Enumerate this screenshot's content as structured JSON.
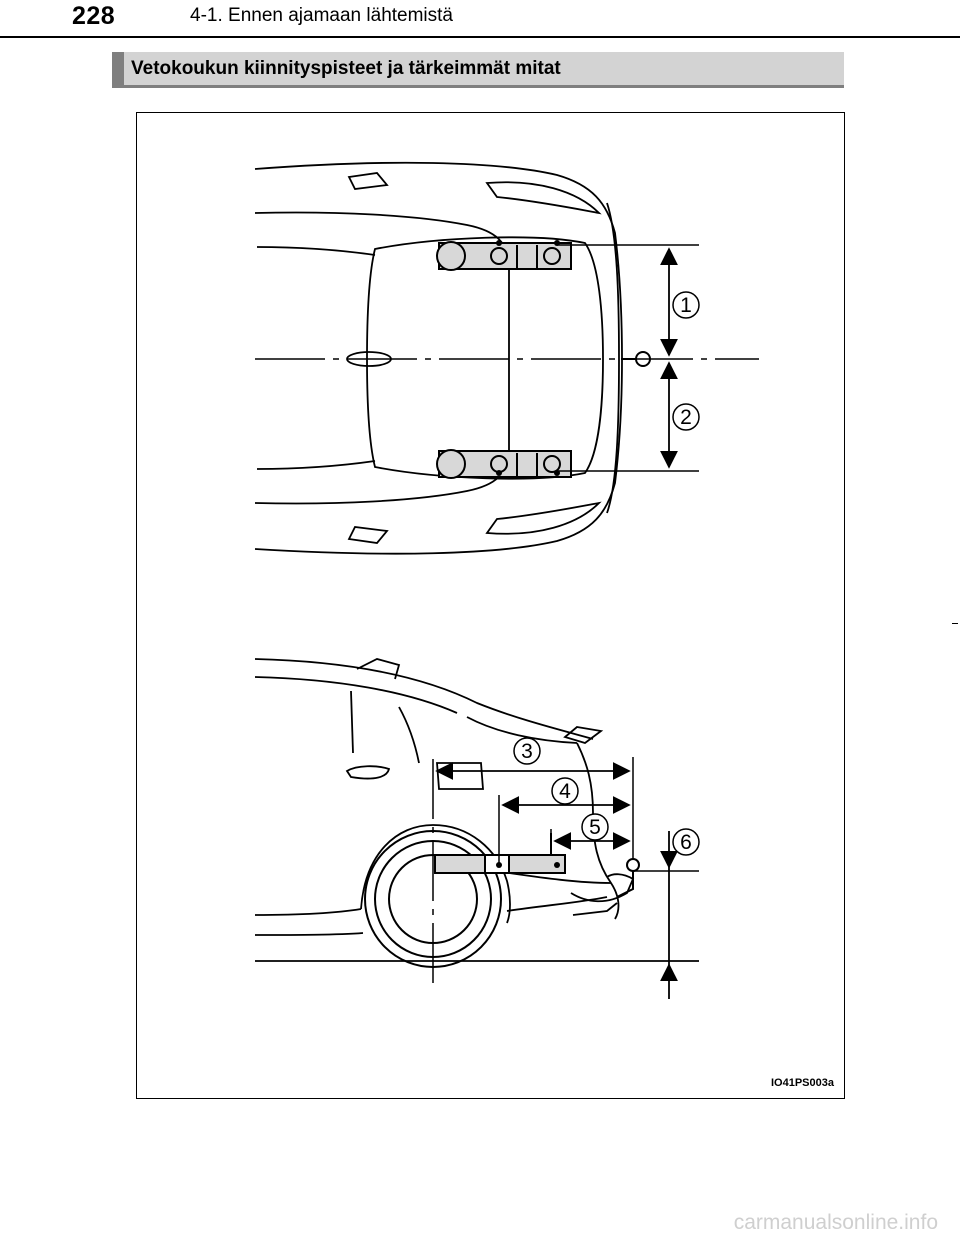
{
  "header": {
    "page_number": "228",
    "chapter_title": "4-1. Ennen ajamaan lähtemistä"
  },
  "section": {
    "title": "Vetokoukun kiinnityspisteet ja tärkeimmät mitat"
  },
  "figure": {
    "code": "IO41PS003a",
    "callouts": [
      "1",
      "2",
      "3",
      "4",
      "5",
      "6"
    ]
  },
  "footer": {
    "watermark": "carmanualsonline.info"
  }
}
